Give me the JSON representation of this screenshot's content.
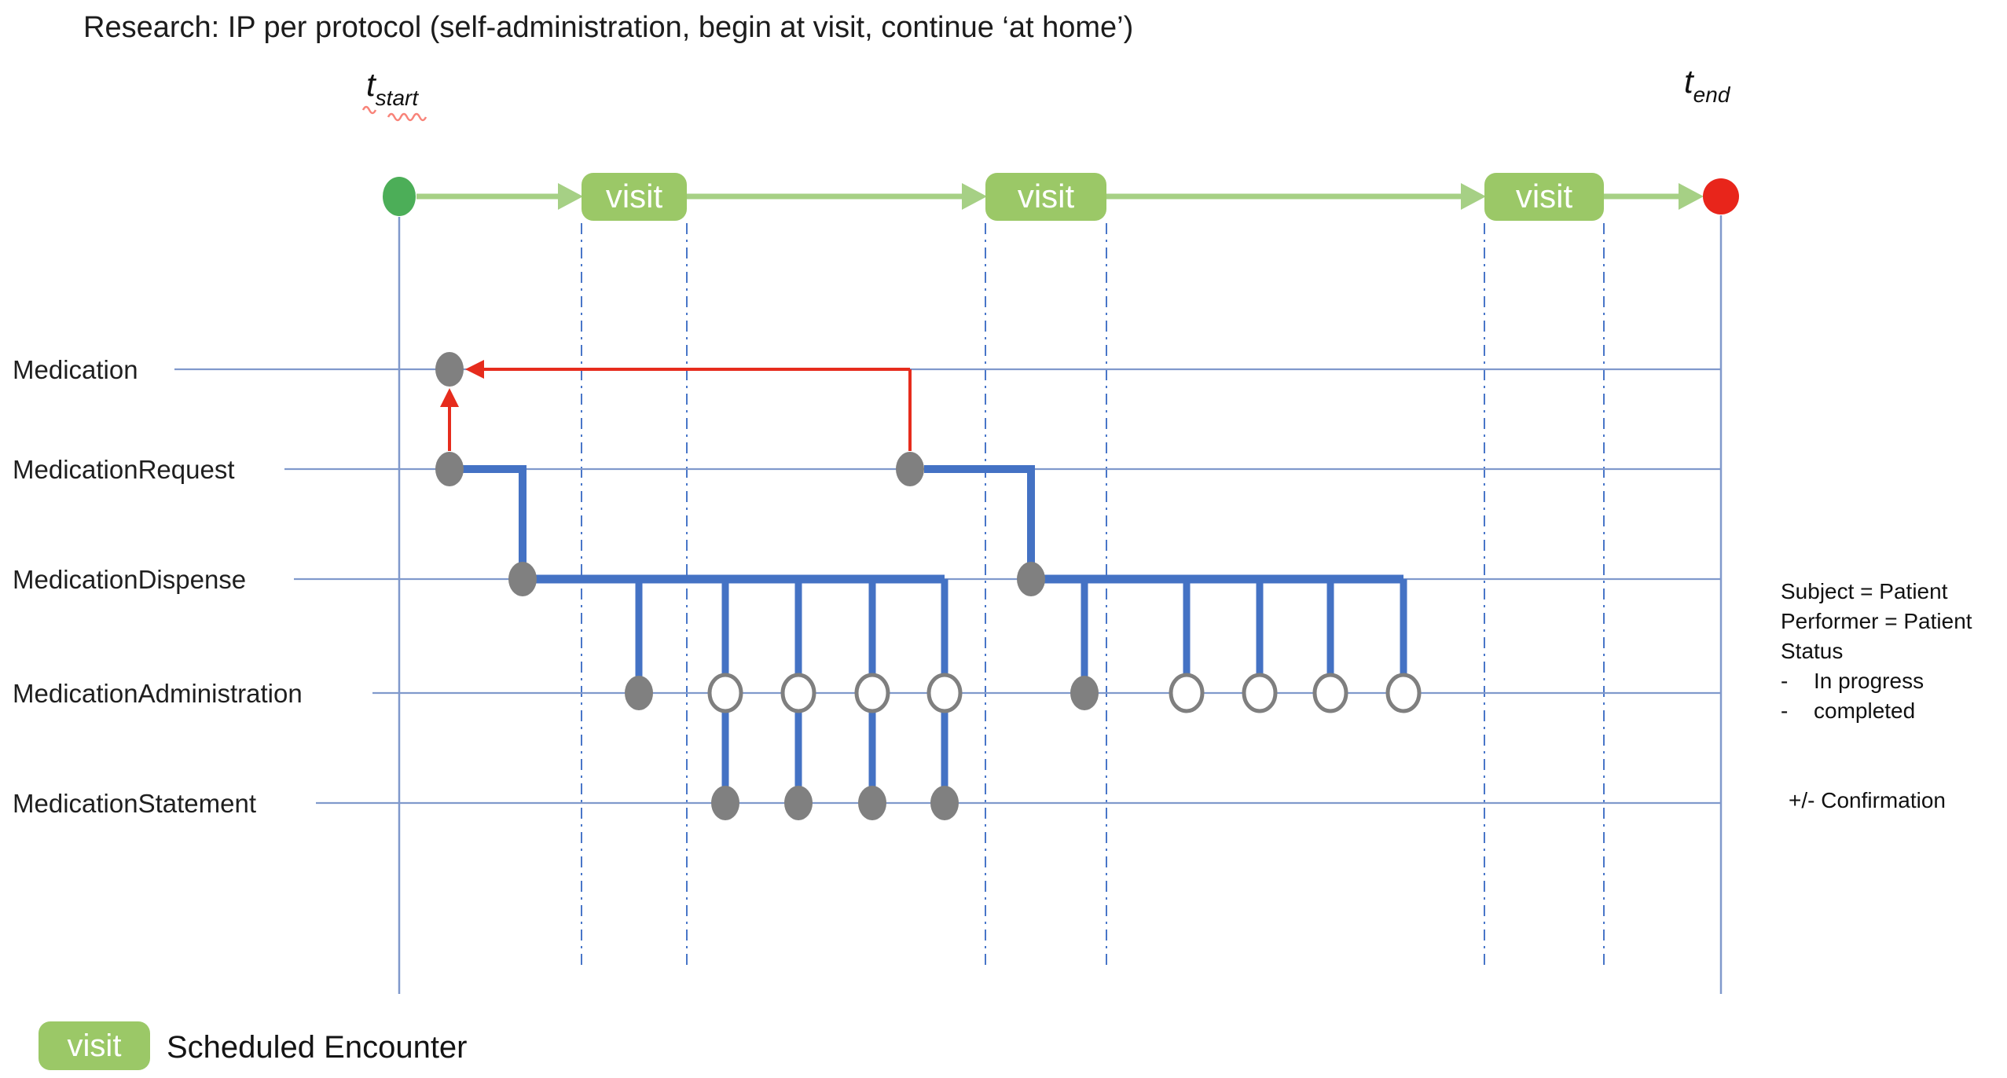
{
  "title": "Research: IP per protocol (self-administration, begin at visit, continue ‘at home’)",
  "timeline": {
    "start_marker": {
      "base": "t",
      "sub": "start"
    },
    "end_marker": {
      "base": "t",
      "sub": "end"
    },
    "visits": [
      {
        "label": "visit"
      },
      {
        "label": "visit"
      },
      {
        "label": "visit"
      }
    ]
  },
  "rows": [
    {
      "label": "Medication"
    },
    {
      "label": "MedicationRequest"
    },
    {
      "label": "MedicationDispense"
    },
    {
      "label": "MedicationAdministration"
    },
    {
      "label": "MedicationStatement"
    }
  ],
  "notes": {
    "lines": [
      {
        "bullet": "",
        "text": "Subject = Patient"
      },
      {
        "bullet": "",
        "text": "Performer = Patient"
      },
      {
        "bullet": "",
        "text": "Status"
      },
      {
        "bullet": "-",
        "text": "In progress"
      },
      {
        "bullet": "-",
        "text": "completed"
      }
    ],
    "confirmation": "+/- Confirmation"
  },
  "legend": {
    "badge": "visit",
    "label": "Scheduled Encounter"
  },
  "colors": {
    "timeline_green_line": "#a6d085",
    "visit_box_green": "#9bc867",
    "start_dot_green": "#4cae58",
    "end_dot_red": "#e8251b",
    "flow_blue": "#4472c4",
    "row_line_blue": "#8099cc",
    "guide_line_blue": "#4976c8",
    "event_dot_gray": "#808080",
    "open_circle_stroke": "#7f7f7f",
    "reference_red": "#e62c1d"
  }
}
